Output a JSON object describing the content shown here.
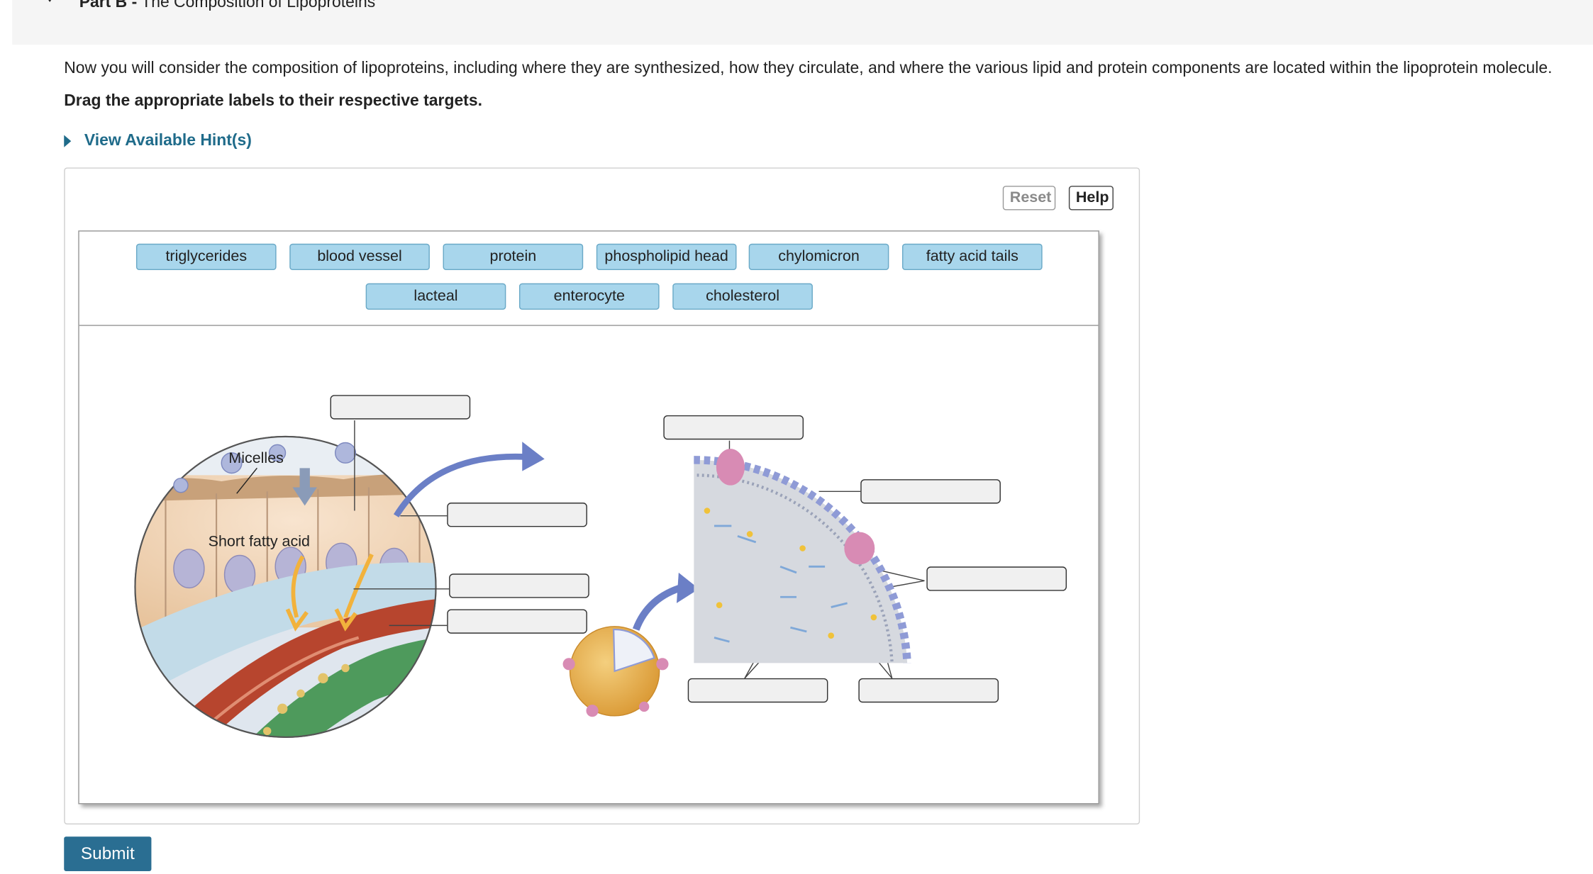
{
  "part": {
    "prefix": "Part B -",
    "title": "The Composition of Lipoproteins"
  },
  "intro": "Now you will consider the composition of lipoproteins, including where they are synthesized, how they circulate, and where the various lipid and protein components are located within the lipoprotein molecule.",
  "instruction": "Drag the appropriate labels to their respective targets.",
  "hint_link": "View Available Hint(s)",
  "toolbar": {
    "reset_label": "Reset",
    "help_label": "Help"
  },
  "labels": [
    "triglycerides",
    "blood vessel",
    "protein",
    "phospholipid head",
    "chylomicron",
    "fatty acid tails",
    "lacteal",
    "enterocyte",
    "cholesterol"
  ],
  "diagram": {
    "micelles_label": "Micelles",
    "short_fatty_acid_label": "Short fatty acid"
  },
  "submit_label": "Submit",
  "colors": {
    "label_chip": "#a8d6ec",
    "submit": "#2a6e92",
    "hint_link": "#1f6b8a",
    "arrow": "#6b7fc6",
    "blood_vessel": "#b7452e",
    "lacteal": "#4e9a5c",
    "chylomicron": "#e3a848",
    "protein": "#d88bb4",
    "phospholipid_head": "#8f9bd6"
  }
}
